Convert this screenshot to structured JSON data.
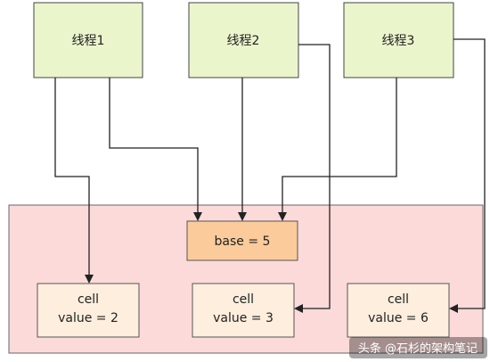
{
  "threads": [
    {
      "label": "线程1"
    },
    {
      "label": "线程2"
    },
    {
      "label": "线程3"
    }
  ],
  "base": {
    "label": "base = 5"
  },
  "cells": [
    {
      "line1": "cell",
      "line2": "value = 2"
    },
    {
      "line1": "cell",
      "line2": "value = 3"
    },
    {
      "line1": "cell",
      "line2": "value = 6"
    }
  ],
  "watermark": "头条 @石杉的架构笔记",
  "colors": {
    "thread_fill": "#eaf5cc",
    "container_fill": "#fcdada",
    "base_fill": "#fbcb9b",
    "cell_fill": "#fdeedd",
    "arrow": "#222222"
  }
}
